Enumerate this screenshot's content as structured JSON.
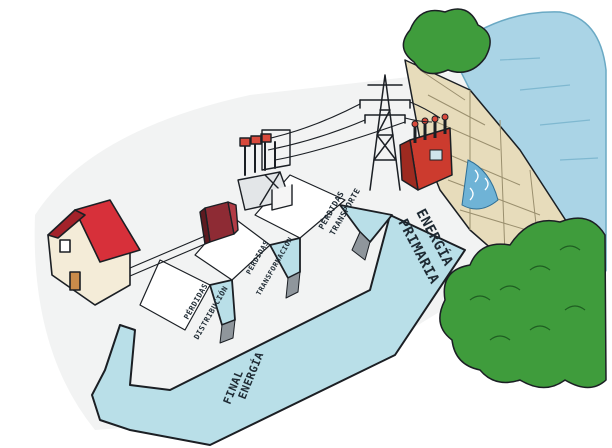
{
  "diagram": {
    "labels": {
      "primary_line1": "ENERGÍA",
      "primary_line2": "PRIMARIA",
      "final_line1": "ENERGÍA",
      "final_line2": "FINAL",
      "transport_line1": "PÉRDIDAS",
      "transport_line2": "TRANSPORTE",
      "transform_line1": "PÉRDIDAS",
      "transform_line2": "TRANSFORMACIÓN",
      "distribution_line1": "PÉRDIDAS",
      "distribution_line2": "DISTRIBUCIÓN"
    },
    "icons": {
      "dam": "dam-icon",
      "power_station": "power-station-icon",
      "tower": "transmission-tower-icon",
      "substation": "substation-icon",
      "transformer": "transformer-icon",
      "house": "house-icon",
      "trees": "tree-icon"
    },
    "colors": {
      "flow": "#b9dfe8",
      "water": "#aad4e6",
      "roof": "#d7303a",
      "station": "#cc3b2e",
      "foliage": "#3f9c3c",
      "terrain": "#e7dcbb"
    }
  }
}
